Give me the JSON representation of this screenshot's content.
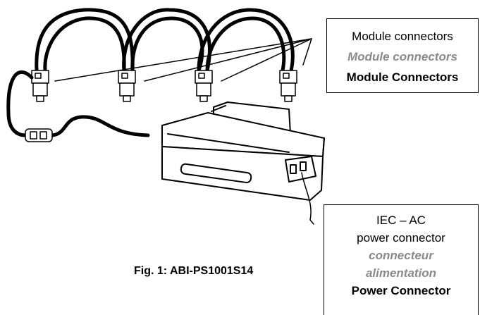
{
  "module_label": {
    "line1": "Module connectors",
    "line2": "Module connectors",
    "line3": "Module Connectors"
  },
  "power_label": {
    "line1": "IEC – AC",
    "line2": "power connector",
    "line3": "connecteur",
    "line4": "alimentation",
    "line5": "Power Connector"
  },
  "caption": "Fig. 1: ABI-PS1001S14",
  "colors": {
    "line": "#000000",
    "grey_text": "#8a8a8a",
    "background": "#ffffff"
  }
}
